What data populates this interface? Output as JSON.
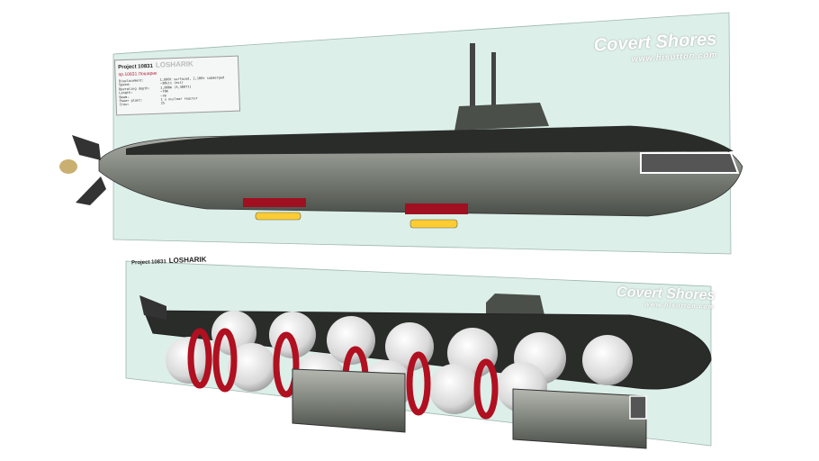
{
  "top_panel": {
    "infobox": {
      "title_prefix": "Project 10831",
      "title_name": "LOSHARIK",
      "subtitle": "пр.10831 Лошарик",
      "rows": [
        {
          "k": "Displacement:",
          "v": "1,600t surfaced, 2,100t submerged"
        },
        {
          "k": "Speed:",
          "v": "~30kts (est)"
        },
        {
          "k": "Operating depth:",
          "v": "1,000m (3,300ft)"
        },
        {
          "k": "Length:",
          "v": "~70m"
        },
        {
          "k": "Beam:",
          "v": "~7m"
        },
        {
          "k": "Power plant:",
          "v": "1 x nuclear reactor"
        },
        {
          "k": "Crew:",
          "v": "25"
        }
      ]
    },
    "watermark": {
      "name": "Covert Shores",
      "url": "www.hisutton.com"
    }
  },
  "bottom_panel": {
    "label_prefix": "Project 10831",
    "label_name": "LOSHARIK",
    "watermark": {
      "name": "Covert Shores",
      "url": "www.hisutton.com"
    }
  },
  "colors": {
    "panel": "#dcefe9",
    "hull": "#8a8f86",
    "deck": "#2a2c2a",
    "sphere": "#e6e6e6",
    "ring": "#b01020",
    "pod": "#ffcc33"
  }
}
